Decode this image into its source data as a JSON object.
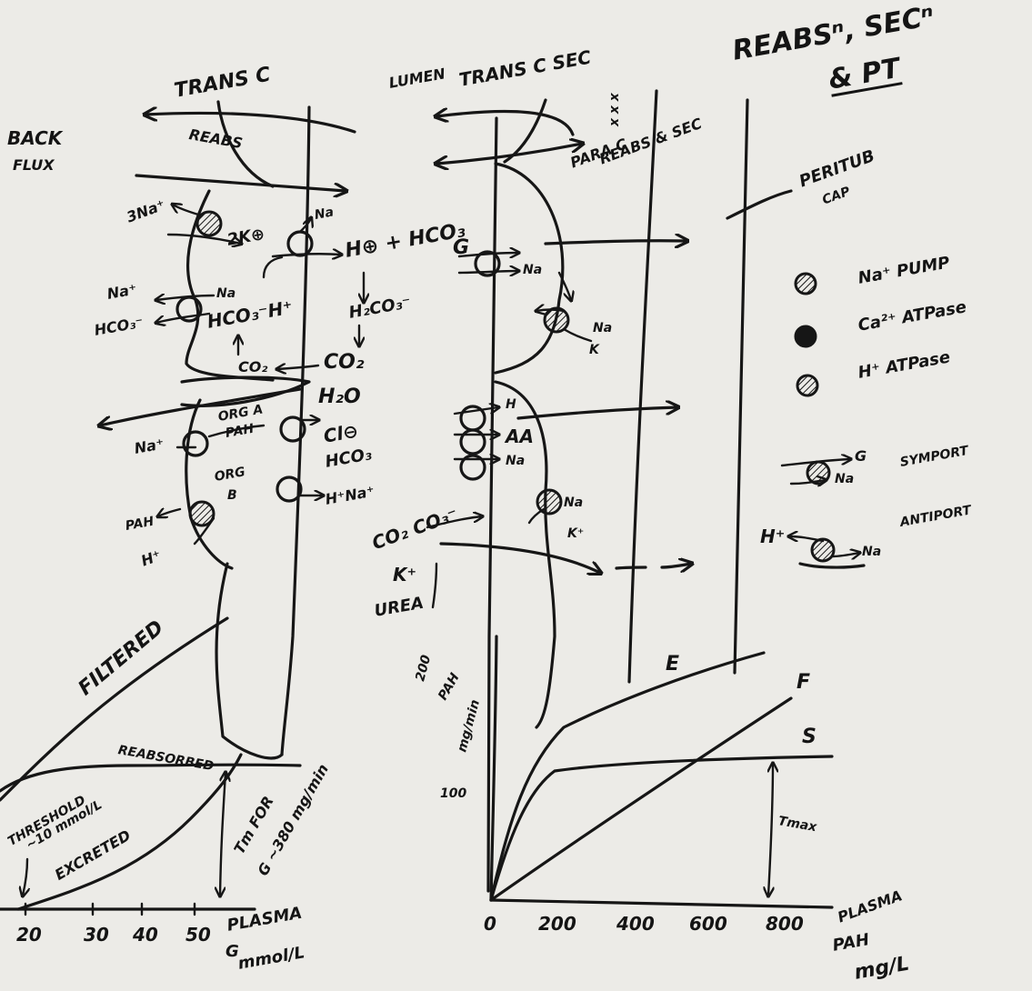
{
  "title": {
    "line1": "REABSⁿ, SECⁿ",
    "line2": "& PT"
  },
  "top": {
    "transcell_left": "TRANS C",
    "reabs": "REABS",
    "lumen": "LUMEN",
    "transcell_sec": "TRANS C SEC",
    "paracell": "PARA C",
    "reabs_sec": "REABS & SEC",
    "xxx": "x x x",
    "back": "BACK",
    "flux": "FLUX",
    "peritub": "PERITUB",
    "cap": "CAP"
  },
  "cell1": {
    "na3": "3Na⁺",
    "k2": "2K⊕",
    "na_a": "Na",
    "h_hco3": "H⊕ + HCO₃",
    "g_tag": "G",
    "na_plus": "Na⁺",
    "na_small": "Na",
    "hco3": "HCO₃⁻",
    "hco3_h": "HCO₃⁻H⁺",
    "h2co3": "H₂CO₃⁻",
    "co2": "CO₂",
    "co2_left": "CO₂",
    "h2o": "H₂O",
    "na_plus2": "Na⁺",
    "org_a_line1": "ORG A",
    "org_a_line2": "PAH",
    "cl": "Cl⊖",
    "hco3_b": "HCO₃",
    "org_b_line1": "ORG",
    "org_b_line2": "B",
    "h_na": "H⁺Na⁺",
    "pah": "PAH",
    "h_plus": "H⁺"
  },
  "cell2": {
    "na_1": "Na",
    "na_2": "Na",
    "k_1": "K",
    "h_1": "H",
    "aa": "AA",
    "na_3": "Na",
    "na_4": "Na",
    "k_plus": "K⁺",
    "co2_lumen": "CO₂ CO₃⁻",
    "k_lumen": "K⁺",
    "urea": "UREA"
  },
  "legend": {
    "na_pump": "Na⁺ PUMP",
    "ca_atpase": "Ca²⁺ ATPase",
    "h_atpase": "H⁺ ATPase",
    "g": "G",
    "na_s": "Na",
    "symport": "SYMPORT",
    "h": "H⁺",
    "na_a": "Na",
    "antiport": "ANTIPORT"
  },
  "chart_left": {
    "filtered": "FILTERED",
    "reabsorbed": "REABSORBED",
    "threshold_line1": "THRESHOLD",
    "threshold_line2": "~10 mmol/L",
    "excreted": "EXCRETED",
    "tm_line1": "Tm FOR",
    "tm_line2": "G ~380 mg/min",
    "xticks": [
      "20",
      "30",
      "40",
      "50"
    ],
    "xlabel_line1": "PLASMA",
    "xlabel_line2": "G",
    "xlabel_line3": "mmol/L"
  },
  "chart_right": {
    "ylabel_line1": "PAH",
    "ylabel_line2": "mg/min",
    "yticks": [
      "200",
      "100"
    ],
    "xticks": [
      "0",
      "200",
      "400",
      "600",
      "800"
    ],
    "curve_e": "E",
    "curve_f": "F",
    "curve_s": "S",
    "tmax": "Tmax",
    "xlabel_line1": "PLASMA",
    "xlabel_line2": "PAH",
    "xlabel_line3": "mg/L"
  }
}
